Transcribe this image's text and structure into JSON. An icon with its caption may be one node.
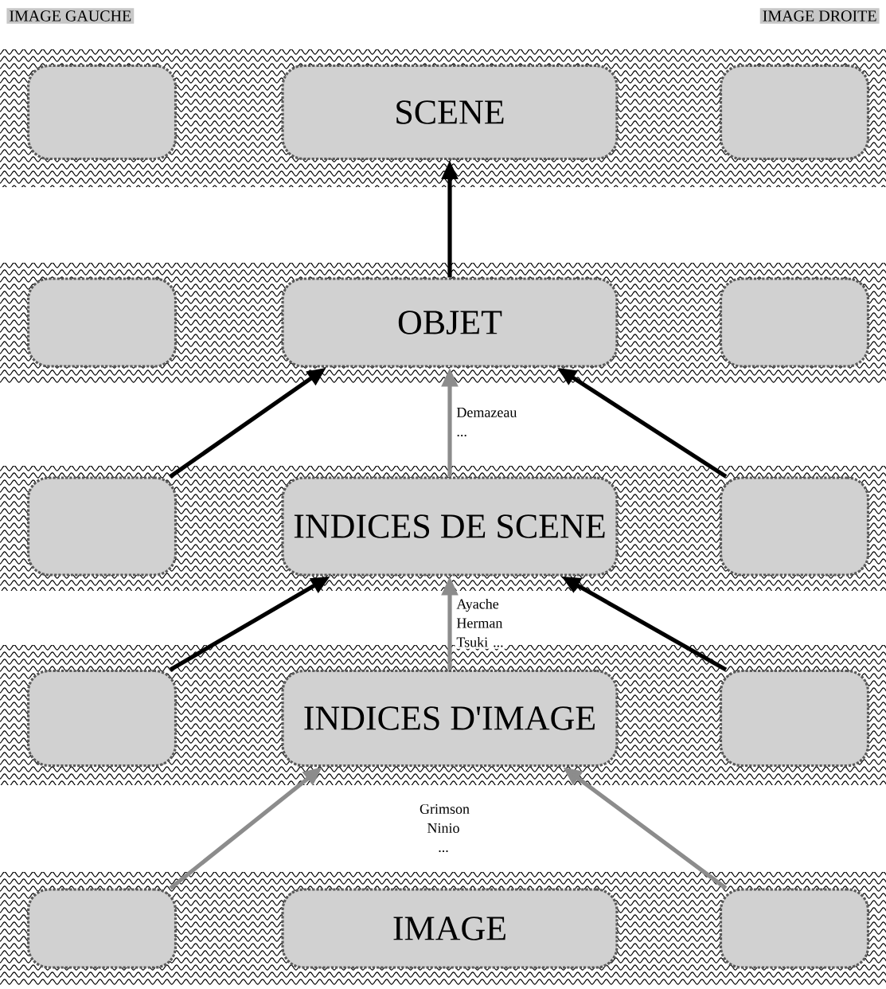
{
  "diagram": {
    "nodes": [
      {
        "text": [],
        "shape": "band"
      },
      {
        "text": [],
        "shape": "box",
        "in": 0
      },
      {
        "text": [
          "SCENE"
        ],
        "in": 0
      },
      {
        "text": [],
        "shape": "box",
        "in": 0
      },
      {
        "text": [],
        "shape": "band"
      },
      {
        "text": [],
        "shape": "box",
        "in": 4
      },
      {
        "text": [
          "OBJET"
        ],
        "in": 4
      },
      {
        "text": [],
        "shape": "box",
        "in": 4
      },
      {
        "text": [],
        "shape": "band"
      },
      {
        "text": [],
        "shape": "box",
        "in": 8
      },
      {
        "text": [
          "INDICES DE SCENE"
        ],
        "in": 8
      },
      {
        "text": [],
        "shape": "box",
        "in": 8
      },
      {
        "text": [],
        "shape": "band"
      },
      {
        "text": [],
        "shape": "box",
        "in": 12
      },
      {
        "text": [
          "INDICES D'IMAGE"
        ],
        "in": 12
      },
      {
        "text": [],
        "shape": "box",
        "in": 12
      },
      {
        "text": [],
        "shape": "band"
      },
      {
        "text": [],
        "shape": "box",
        "in": 16
      },
      {
        "text": [
          "IMAGE"
        ],
        "in": 16
      },
      {
        "text": [],
        "shape": "box",
        "in": 16
      }
    ],
    "edges": [
      {
        "from": 6,
        "to": 2,
        "arrow": "to"
      },
      {
        "from": 9,
        "to": 6,
        "arrow": "to"
      },
      {
        "from": 10,
        "to": 6,
        "arrow": "to",
        "label": "Demazeau ...",
        "color": "#8c8c8c"
      },
      {
        "from": 11,
        "to": 6,
        "arrow": "to"
      },
      {
        "from": 13,
        "to": 10,
        "arrow": "to"
      },
      {
        "from": 14,
        "to": 10,
        "arrow": "to",
        "label": "Ayache Herman Tsuki ...",
        "color": "#8c8c8c"
      },
      {
        "from": 15,
        "to": 10,
        "arrow": "to"
      },
      {
        "from": 17,
        "to": 14,
        "arrow": "to",
        "color": "#8c8c8c"
      },
      {
        "from": 19,
        "to": 14,
        "arrow": "to",
        "color": "#8c8c8c"
      }
    ],
    "labels": [
      "IMAGE GAUCHE",
      "IMAGE DROITE",
      "Grimson Ninio ..."
    ]
  }
}
